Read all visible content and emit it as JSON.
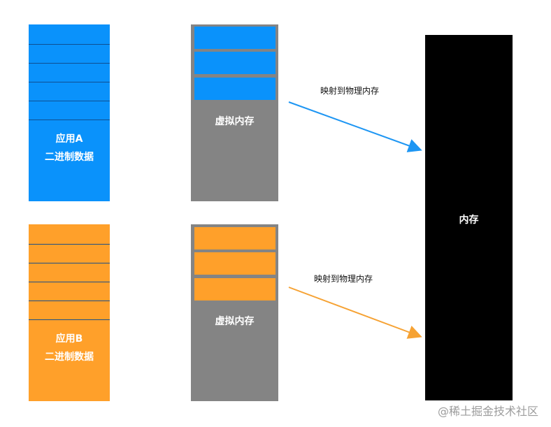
{
  "app_a": {
    "title": "应用A",
    "subtitle": "二进制数据",
    "color": "#0a92fb"
  },
  "app_b": {
    "title": "应用B",
    "subtitle": "二进制数据",
    "color": "#ffa02a"
  },
  "virtual_memory_a": {
    "label": "虚拟内存",
    "page_color": "#0a92fb"
  },
  "virtual_memory_b": {
    "label": "虚拟内存",
    "page_color": "#ffa02a"
  },
  "physical_memory": {
    "label": "内存",
    "color": "#000000"
  },
  "mapping_a": {
    "label": "映射到物理内存",
    "arrow_color": "#1e96f3"
  },
  "mapping_b": {
    "label": "映射到物理内存",
    "arrow_color": "#f6a233"
  },
  "watermark": "@稀土掘金技术社区"
}
